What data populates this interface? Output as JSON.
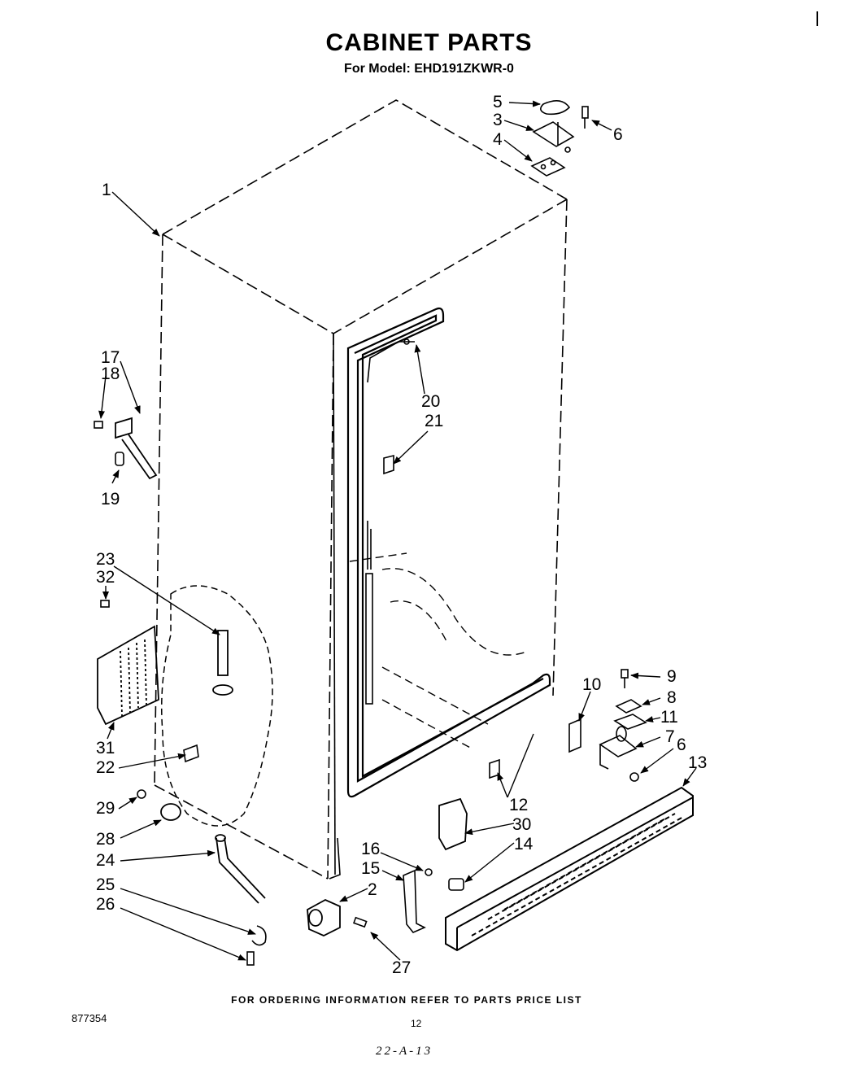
{
  "header": {
    "title": "CABINET PARTS",
    "subtitle": "For Model: EHD191ZKWR-0"
  },
  "footer": {
    "note": "FOR ORDERING INFORMATION REFER TO PARTS PRICE LIST",
    "doc_number": "877354",
    "page_number": "12",
    "handwritten": "22-A-13"
  },
  "callouts": [
    "1",
    "2",
    "3",
    "4",
    "5",
    "6",
    "6",
    "7",
    "8",
    "9",
    "10",
    "11",
    "12",
    "13",
    "14",
    "15",
    "16",
    "17",
    "18",
    "19",
    "20",
    "21",
    "22",
    "23",
    "24",
    "25",
    "26",
    "27",
    "28",
    "29",
    "30",
    "31",
    "32"
  ]
}
